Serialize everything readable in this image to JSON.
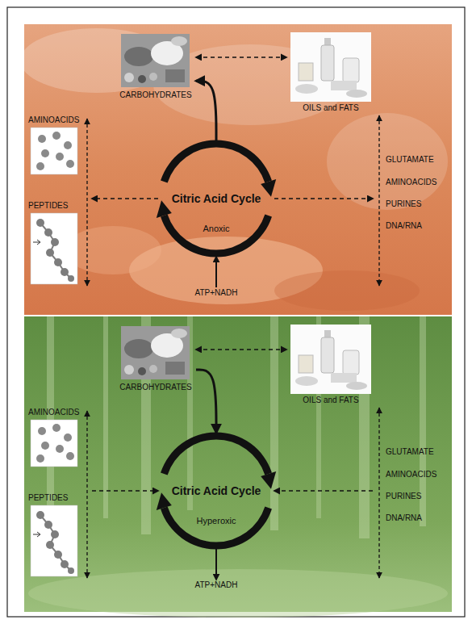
{
  "diagram": {
    "nodes": [
      {
        "text": [
          "CARBOHYDRATES"
        ]
      },
      {
        "text": [
          "OILS and FATS"
        ]
      },
      {
        "text": [
          "AMINOACIDS",
          "PEPTIDES"
        ]
      },
      {
        "text": [
          "Citric Acid Cycle",
          "Anoxic"
        ]
      },
      {
        "text": [
          "GLUTAMATE",
          "AMINOACIDS",
          "PURINES",
          "DNA/RNA"
        ]
      },
      {
        "text": [
          "ATP+NADH"
        ]
      },
      {
        "text": [
          "CARBOHYDRATES"
        ]
      },
      {
        "text": [
          "OILS and FATS"
        ]
      },
      {
        "text": [
          "AMINOACIDS",
          "PEPTIDES"
        ]
      },
      {
        "text": [
          "Citric Acid Cycle",
          "Hyperoxic"
        ]
      },
      {
        "text": [
          "GLUTAMATE",
          "AMINOACIDS",
          "PURINES",
          "DNA/RNA"
        ]
      },
      {
        "text": [
          "ATP+NADH"
        ]
      }
    ],
    "edges": [
      {
        "from": 0,
        "to": 1,
        "arrow": "both"
      },
      {
        "from": 3,
        "to": 0,
        "arrow": "to"
      },
      {
        "from": 3,
        "to": 2,
        "arrow": "to"
      },
      {
        "from": 3,
        "to": 4,
        "arrow": "to"
      },
      {
        "from": 5,
        "to": 3,
        "arrow": "to"
      },
      {
        "from": 6,
        "to": 7,
        "arrow": "both"
      },
      {
        "from": 6,
        "to": 9,
        "arrow": "to"
      },
      {
        "from": 8,
        "to": 9,
        "arrow": "to"
      },
      {
        "from": 10,
        "to": 9,
        "arrow": "to"
      },
      {
        "from": 9,
        "to": 11,
        "arrow": "to"
      }
    ]
  }
}
